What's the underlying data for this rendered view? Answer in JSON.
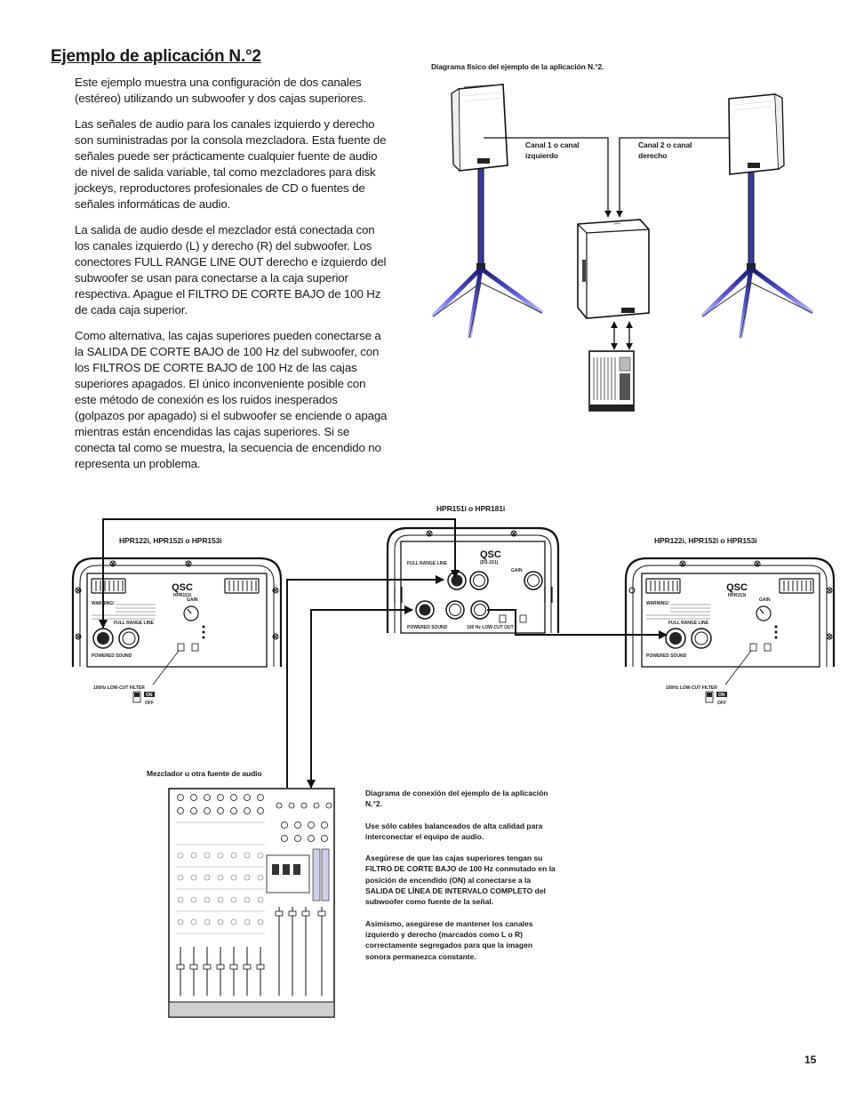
{
  "page": {
    "title": "Ejemplo de aplicación N.°2",
    "page_number": "15"
  },
  "body": {
    "paragraphs": [
      "Este ejemplo muestra una configuración de dos canales (estéreo) utilizando un subwoofer y dos cajas superiores.",
      "Las señales de audio para los canales izquierdo y derecho son suministradas por la consola mezcladora. Esta fuente de señales puede ser prácticamente cualquier fuente de audio de nivel de salida variable, tal como mezcladores para disk jockeys, reproductores profesionales de CD o fuentes de señales informáticas de audio.",
      "La salida de audio desde el mezclador está conectada con los canales izquierdo (L) y derecho (R) del subwoofer. Los conectores FULL RANGE LINE OUT derecho e izquierdo del subwoofer se usan para conectarse a la caja superior respectiva. Apague el FILTRO DE CORTE BAJO de 100 Hz de cada caja superior.",
      "Como alternativa, las cajas superiores pueden conectarse a la SALIDA DE CORTE BAJO de 100 Hz del subwoofer, con los FILTROS DE CORTE BAJO de 100 Hz de las cajas superiores apagados. El único inconveniente posible con este método de conexión es los ruidos inesperados (golpazos por apagado) si el subwoofer se enciende o apaga mientras están encendidas las cajas superiores. Si se conecta tal como se muestra, la secuencia de encendido no representa un problema."
    ]
  },
  "physical_diagram": {
    "caption": "Diagrama físico del ejemplo de la aplicación N.°2.",
    "channel_left": "Canal 1 o canal izquierdo",
    "channel_right": "Canal 2 o canal derecho"
  },
  "connection_diagram": {
    "subwoofer_label": "HPR151i o HPR181i",
    "left_top_label": "HPR122i, HPR152i o HPR153i",
    "right_top_label": "HPR122i, HPR152i o HPR153i",
    "mixer_label": "Mezclador u otra fuente de audio",
    "filter_label": "100Hz LOW-CUT FILTER",
    "filter_on": "ON",
    "filter_off": "OFF",
    "brand": "QSC",
    "top_model": "HPR153i",
    "sub_model": "(DS-151)",
    "full_range_line": "FULL RANGE LINE",
    "powered_sound": "POWERED SOUND",
    "gain": "GAIN",
    "warning": "WARNING!",
    "hpf_out": "100 Hz LOW-CUT OUT",
    "notes": [
      "Diagrama de conexión del ejemplo de la aplicación N.°2.",
      "Use sólo cables balanceados de alta calidad para interconectar el equipo de audio.",
      "Asegúrese de que las cajas superiores tengan su FILTRO DE CORTE BAJO de 100 Hz conmutado en la posición de encendido (ON) al conectarse a la SALIDA DE LÍNEA DE INTERVALO COMPLETO del subwoofer como fuente de la señal.",
      "Asimismo, asegúrese de mantener los canales izquierdo y derecho (marcados como L o R) correctamente segregados para que la imagen sonora permanezca constante."
    ]
  }
}
